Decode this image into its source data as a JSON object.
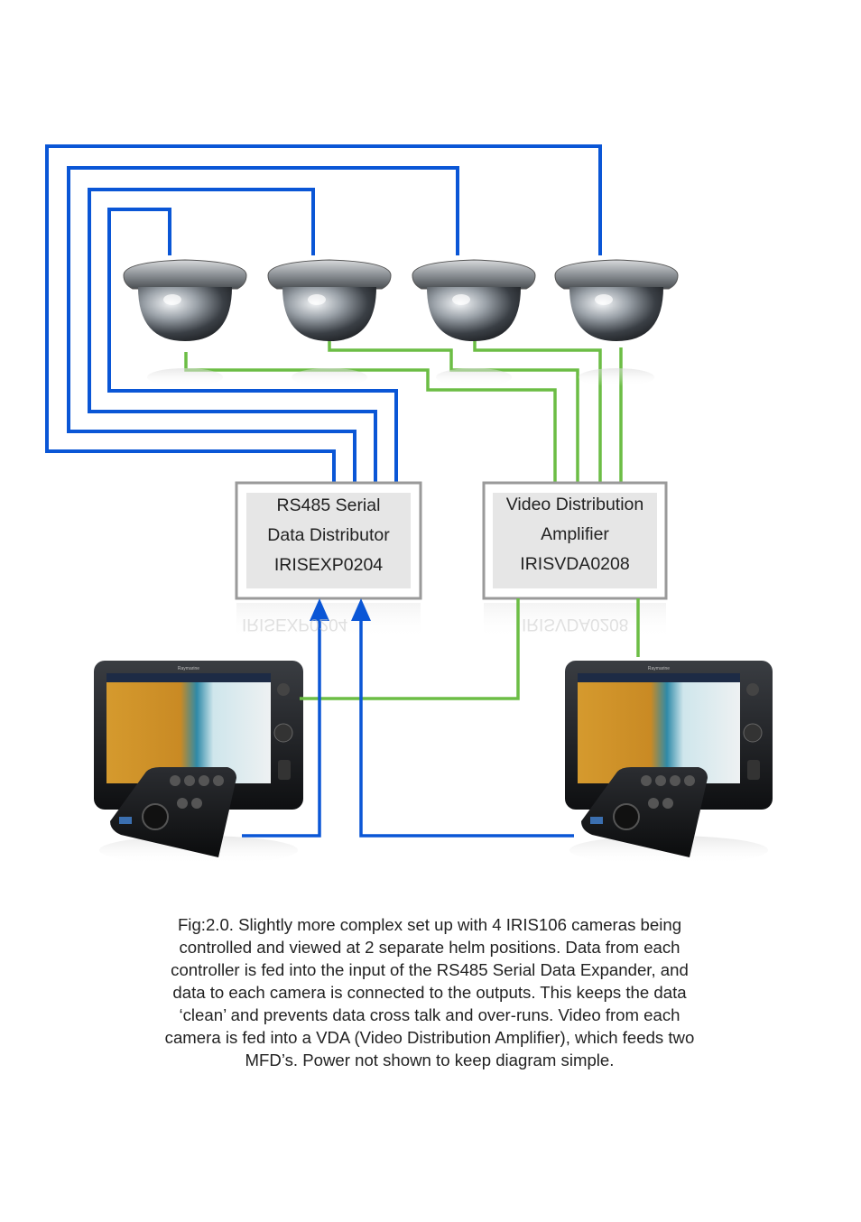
{
  "rs485_box": {
    "line1": "RS485 Serial",
    "line2": "Data Distributor",
    "line3": "IRISEXP0204"
  },
  "vda_box": {
    "line1": "Video Distribution",
    "line2": "Amplifier",
    "line3": "IRISVDA0208"
  },
  "mfd_brand": "Raymarine",
  "caption": {
    "line1": "Fig:2.0. Slightly more complex set up with 4 IRIS106 cameras being",
    "line2": "controlled and viewed at 2 separate helm positions. Data from each",
    "line3": "controller is fed into the input of the RS485 Serial Data Expander, and",
    "line4": "data to each camera is connected to the outputs. This keeps the data",
    "line5": "‘clean’ and prevents data cross talk and over-runs. Video from each",
    "line6": "camera is fed into a VDA (Video Distribution Amplifier), which feeds two",
    "line7": "MFD’s. Power not shown to keep diagram simple."
  },
  "colors": {
    "data_line": "#0a56d6",
    "video_line": "#6cbd45"
  }
}
